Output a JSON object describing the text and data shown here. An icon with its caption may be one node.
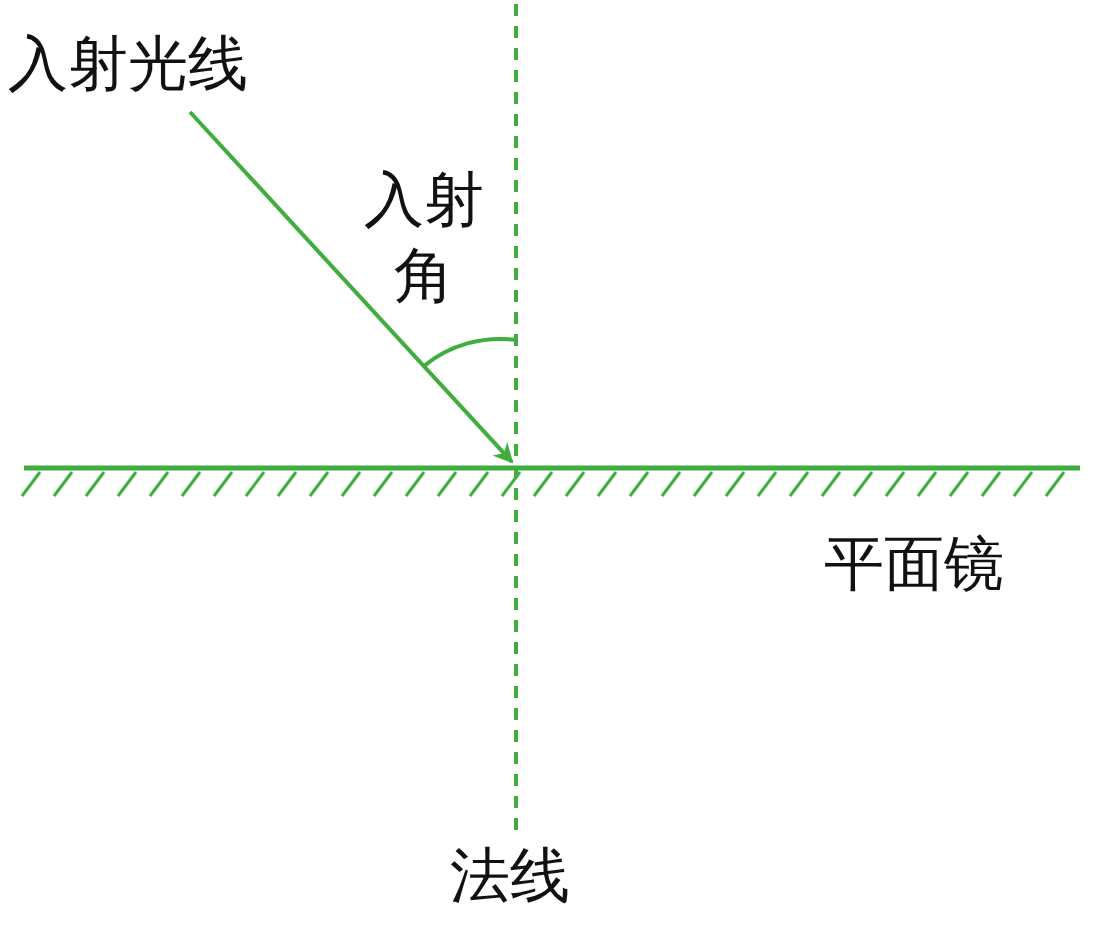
{
  "diagram": {
    "labels": [
      "入射光线",
      "入射角",
      "平面镜",
      "法线"
    ]
  }
}
